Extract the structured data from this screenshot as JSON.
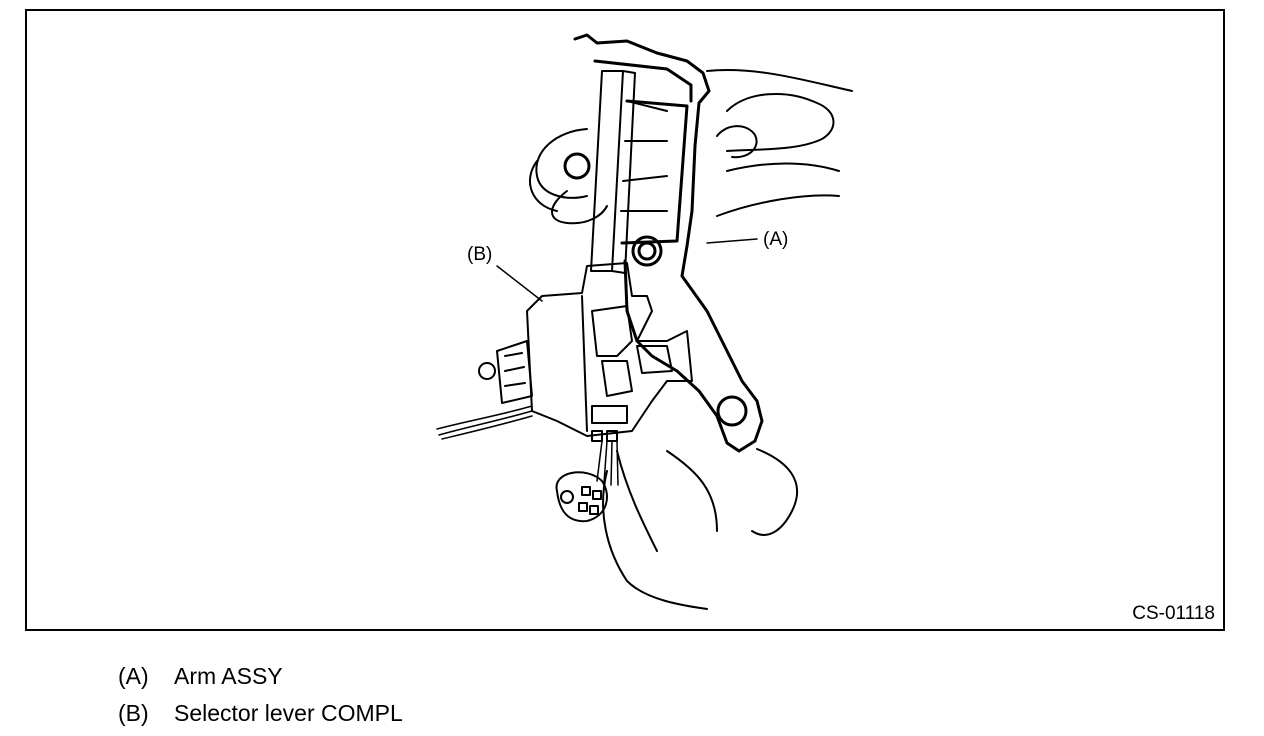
{
  "figure": {
    "id": "CS-01118",
    "callouts": [
      {
        "key": "A",
        "text": "(A)"
      },
      {
        "key": "B",
        "text": "(B)"
      }
    ]
  },
  "legend": {
    "items": [
      {
        "key": "(A)",
        "label": "Arm ASSY"
      },
      {
        "key": "(B)",
        "label": "Selector lever COMPL"
      }
    ]
  }
}
